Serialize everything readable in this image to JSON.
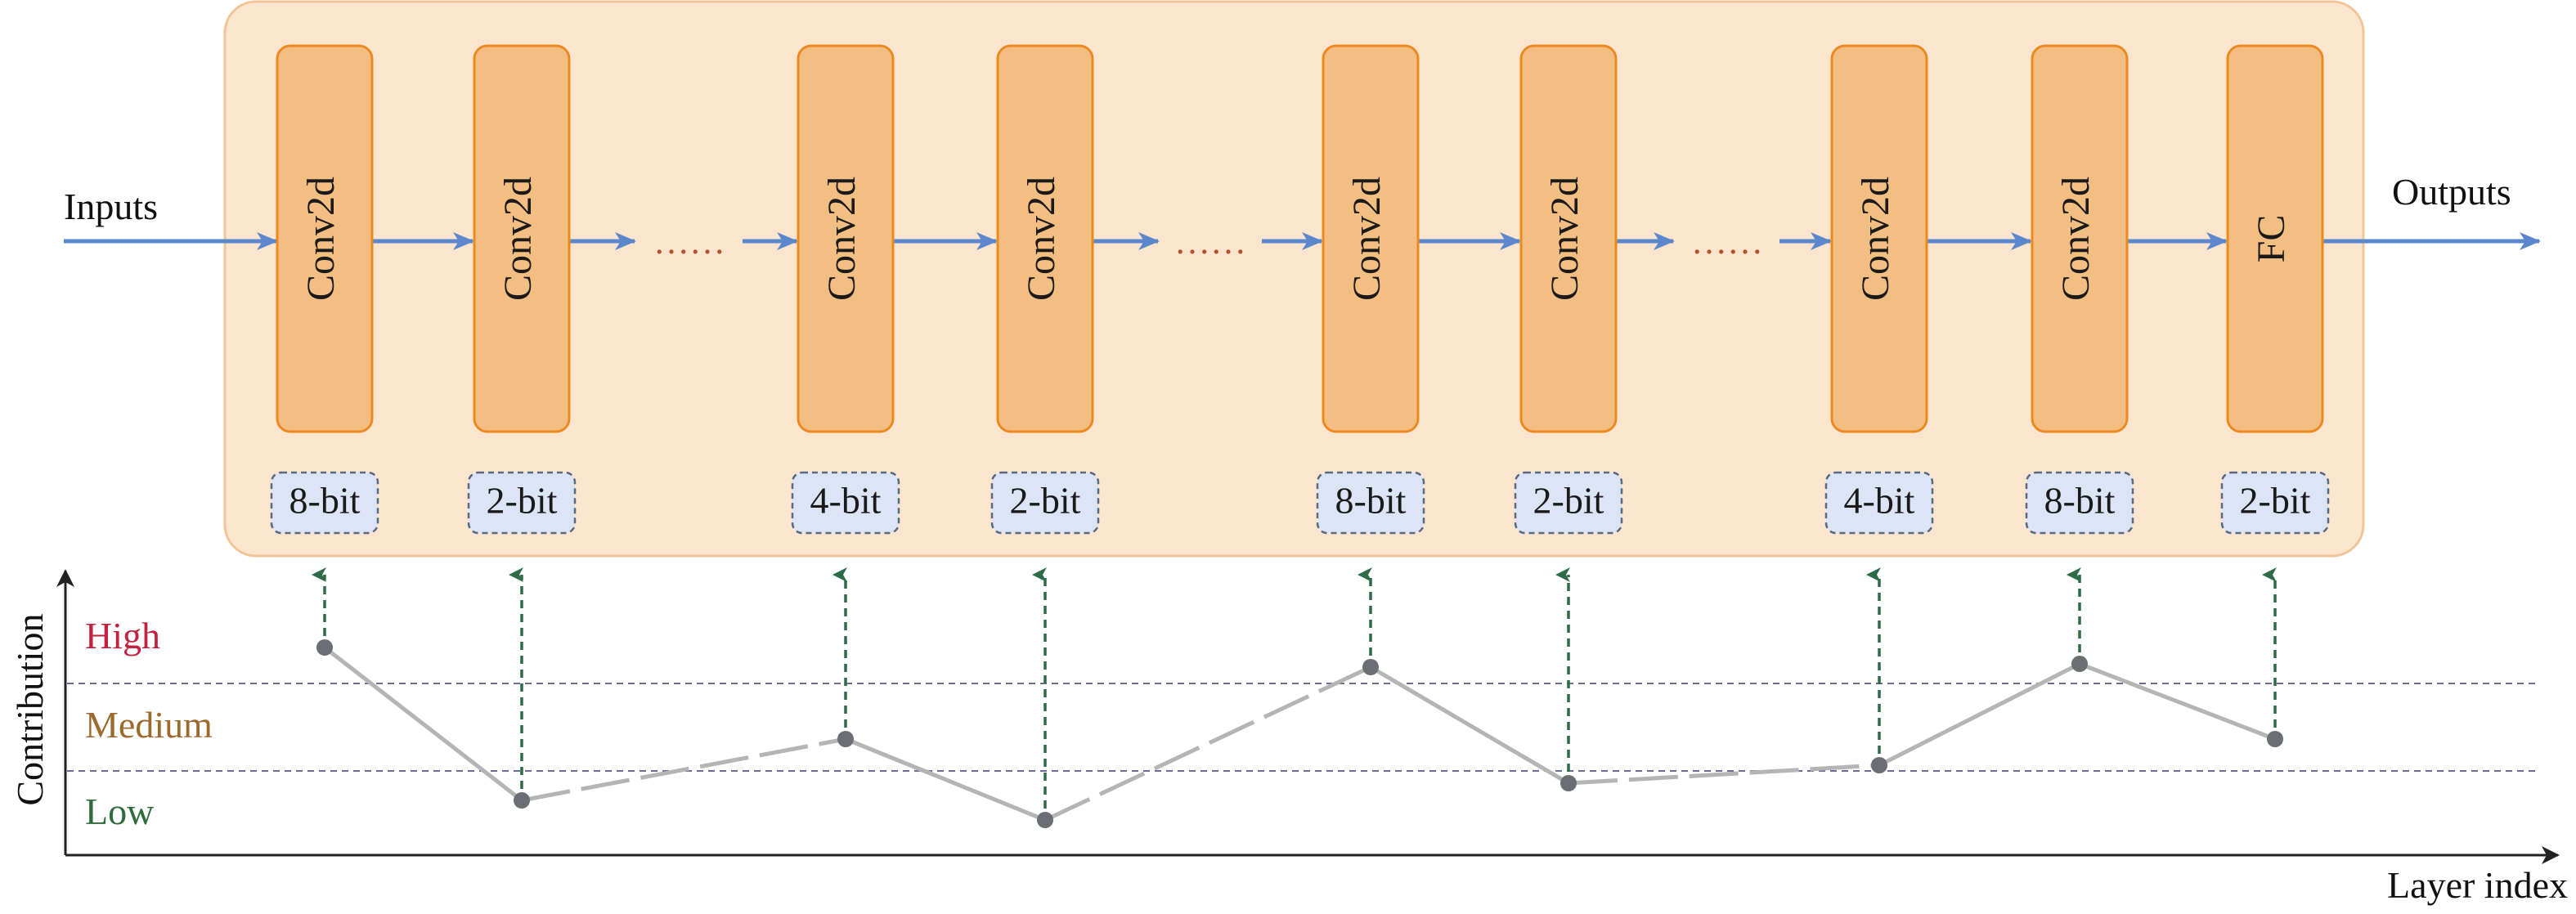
{
  "network": {
    "input_label": "Inputs",
    "output_label": "Outputs",
    "ellipsis": "……",
    "layers": [
      {
        "name": "Conv2d",
        "bits": "8-bit",
        "contribution": "high"
      },
      {
        "name": "Conv2d",
        "bits": "2-bit",
        "contribution": "low"
      },
      {
        "name": "Conv2d",
        "bits": "4-bit",
        "contribution": "medium"
      },
      {
        "name": "Conv2d",
        "bits": "2-bit",
        "contribution": "low"
      },
      {
        "name": "Conv2d",
        "bits": "8-bit",
        "contribution": "high"
      },
      {
        "name": "Conv2d",
        "bits": "2-bit",
        "contribution": "low"
      },
      {
        "name": "Conv2d",
        "bits": "4-bit",
        "contribution": "medium"
      },
      {
        "name": "Conv2d",
        "bits": "8-bit",
        "contribution": "high"
      },
      {
        "name": "FC",
        "bits": "2-bit",
        "contribution": "medium"
      }
    ]
  },
  "chart": {
    "y_axis_label": "Contribution",
    "x_axis_label": "Layer index",
    "levels": [
      {
        "label": "High",
        "color": "#c0223f"
      },
      {
        "label": "Medium",
        "color": "#9b6a2c"
      },
      {
        "label": "Low",
        "color": "#2f6b3d"
      }
    ]
  },
  "colors": {
    "panel_fill": "#fbe5cf",
    "panel_stroke": "#f2c598",
    "layer_fill": "#f2be82",
    "layer_stroke": "#ec8a1f",
    "bit_fill": "#dbe5f5",
    "bit_stroke": "#5c6a80",
    "flow_arrow": "#5b87cc",
    "dotted_connector": "#b2532c",
    "link_arrow": "#2e6b48",
    "trend_line": "#b5b5b5",
    "trend_point": "#6b6e75",
    "threshold_line": "#6a6e96",
    "axis": "#222222"
  }
}
